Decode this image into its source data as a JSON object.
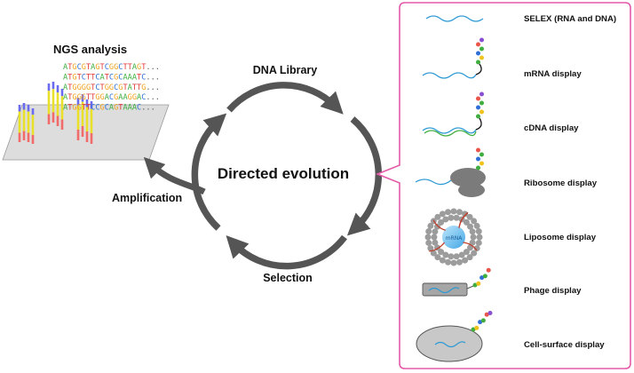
{
  "ngs": {
    "title": "NGS analysis",
    "reads": [
      "ATGCGTAGTCGGCTTAGT...",
      "ATGTCTTCATCGCAAATC...",
      "ATGGGGTCTGGCGTATTG...",
      "ATGGGTTGGACGAAGGAC...",
      "ATGGTTCCGCAGTAAAC..."
    ],
    "base_colors": {
      "A": "#3fae3f",
      "T": "#e23c3c",
      "G": "#f0a21e",
      "C": "#2f6fd6",
      ".": "#555555"
    }
  },
  "cycle": {
    "center": "Directed evolution",
    "library": "DNA Library",
    "selection": "Selection",
    "amplification": "Amplification"
  },
  "panel": {
    "border_color": "#e35aa8",
    "methods": [
      {
        "label": "SELEX (RNA and DNA)",
        "icon": "rna-strand-icon"
      },
      {
        "label": "mRNA display",
        "icon": "mrna-display-icon"
      },
      {
        "label": "cDNA display",
        "icon": "cdna-display-icon"
      },
      {
        "label": "Ribosome display",
        "icon": "ribosome-icon"
      },
      {
        "label": "Liposome display",
        "icon": "liposome-icon"
      },
      {
        "label": "Phage display",
        "icon": "phage-icon"
      },
      {
        "label": "Cell-surface display",
        "icon": "cell-icon"
      }
    ]
  }
}
